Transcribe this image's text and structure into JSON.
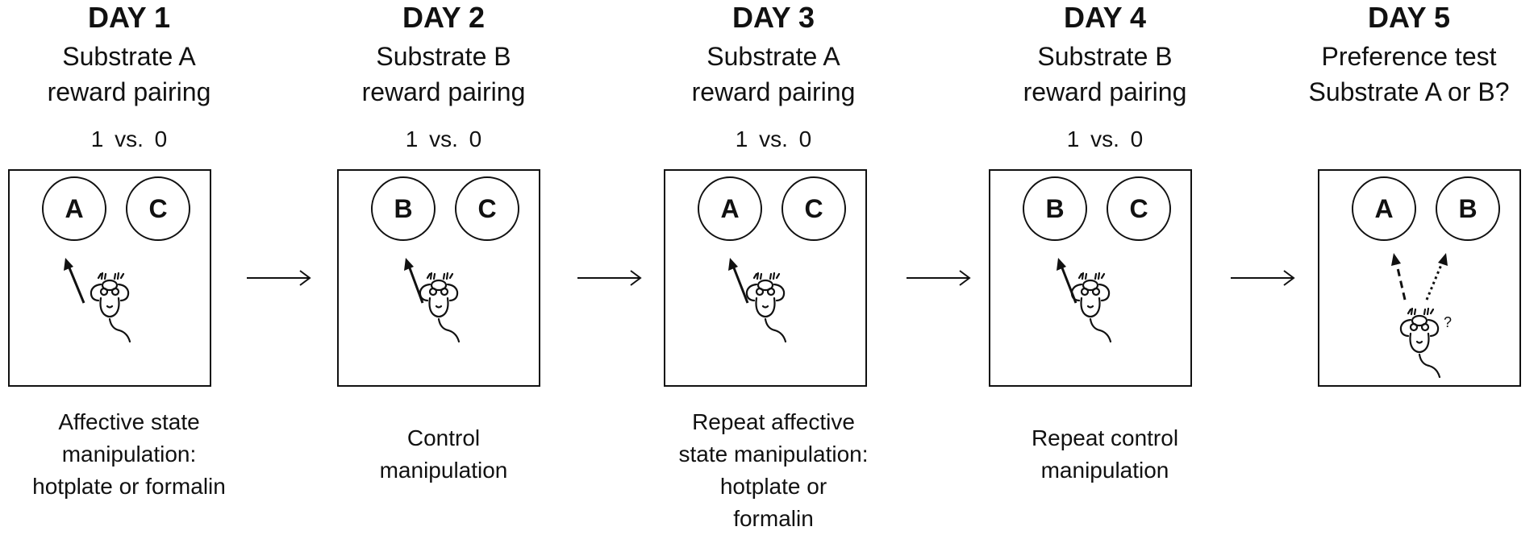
{
  "days": [
    {
      "title": "DAY 1",
      "subtitle_line1": "Substrate A",
      "subtitle_line2": "reward pairing",
      "ratio": "1 vs. 0",
      "left_substrate": "A",
      "right_substrate": "C",
      "caption": [
        "Affective state",
        "manipulation:",
        "hotplate or formalin"
      ]
    },
    {
      "title": "DAY 2",
      "subtitle_line1": "Substrate B",
      "subtitle_line2": "reward pairing",
      "ratio": "1 vs. 0",
      "left_substrate": "B",
      "right_substrate": "C",
      "caption": [
        "Control",
        "manipulation"
      ]
    },
    {
      "title": "DAY 3",
      "subtitle_line1": "Substrate A",
      "subtitle_line2": "reward pairing",
      "ratio": "1 vs. 0",
      "left_substrate": "A",
      "right_substrate": "C",
      "caption": [
        "Repeat affective",
        "state manipulation:",
        "hotplate or",
        "formalin"
      ]
    },
    {
      "title": "DAY 4",
      "subtitle_line1": "Substrate B",
      "subtitle_line2": "reward pairing",
      "ratio": "1 vs. 0",
      "left_substrate": "B",
      "right_substrate": "C",
      "caption": [
        "Repeat control",
        "manipulation"
      ]
    },
    {
      "title": "DAY 5",
      "subtitle_line1": "Preference test",
      "subtitle_line2": "Substrate A or B?",
      "ratio": "",
      "left_substrate": "A",
      "right_substrate": "B",
      "question_mark": "?",
      "caption": []
    }
  ],
  "icons": {
    "animal": "mouse-icon",
    "between_days": "right-arrow-icon"
  }
}
